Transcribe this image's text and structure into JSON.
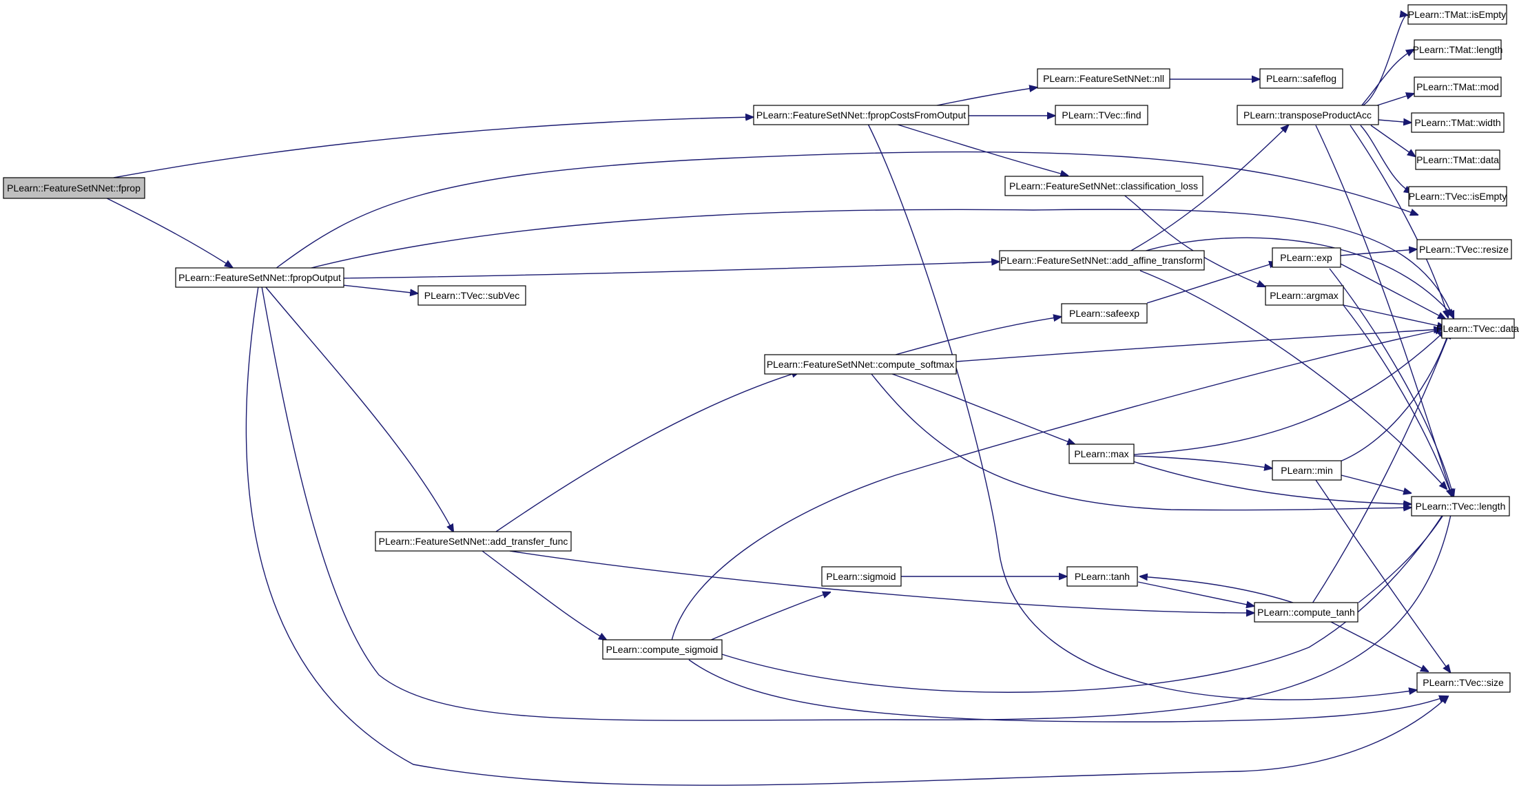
{
  "diagram": {
    "kind": "call-graph",
    "root": "PLearn::FeatureSetNNet::fprop",
    "colors": {
      "edge": "#191970",
      "root_fill": "#bfbfbf",
      "node_fill": "#ffffff",
      "node_border": "#000000"
    },
    "nodes": {
      "fprop": "PLearn::FeatureSetNNet::fprop",
      "fpropOutput": "PLearn::FeatureSetNNet::fpropOutput",
      "fpropCosts": "PLearn::FeatureSetNNet::fpropCostsFromOutput",
      "nll": "PLearn::FeatureSetNNet::nll",
      "safeflog": "PLearn::safeflog",
      "find": "PLearn::TVec::find",
      "classLoss": "PLearn::FeatureSetNNet::classification_loss",
      "addAffine": "PLearn::FeatureSetNNet::add_affine_transform",
      "subVec": "PLearn::TVec::subVec",
      "safeexp": "PLearn::safeexp",
      "softmax": "PLearn::FeatureSetNNet::compute_softmax",
      "max": "PLearn::max",
      "min": "PLearn::min",
      "exp": "PLearn::exp",
      "argmax": "PLearn::argmax",
      "transpose": "PLearn::transposeProductAcc",
      "addTransfer": "PLearn::FeatureSetNNet::add_transfer_func",
      "sigmoid": "PLearn::sigmoid",
      "tanh": "PLearn::tanh",
      "computeTanh": "PLearn::compute_tanh",
      "computeSigmoid": "PLearn::compute_sigmoid",
      "tmatIsEmpty": "PLearn::TMat::isEmpty",
      "tmatLength": "PLearn::TMat::length",
      "tmatMod": "PLearn::TMat::mod",
      "tmatWidth": "PLearn::TMat::width",
      "tmatData": "PLearn::TMat::data",
      "tvecIsEmpty": "PLearn::TVec::isEmpty",
      "tvecResize": "PLearn::TVec::resize",
      "tvecData": "PLearn::TVec::data",
      "tvecLength": "PLearn::TVec::length",
      "tvecSize": "PLearn::TVec::size"
    },
    "edges": [
      [
        "fprop",
        "fpropCosts"
      ],
      [
        "fprop",
        "fpropOutput"
      ],
      [
        "fpropCosts",
        "nll"
      ],
      [
        "fpropCosts",
        "find"
      ],
      [
        "fpropCosts",
        "classLoss"
      ],
      [
        "fpropCosts",
        "tvecSize"
      ],
      [
        "nll",
        "safeflog"
      ],
      [
        "fpropOutput",
        "tvecResize"
      ],
      [
        "fpropOutput",
        "tvecData"
      ],
      [
        "fpropOutput",
        "addAffine"
      ],
      [
        "fpropOutput",
        "subVec"
      ],
      [
        "fpropOutput",
        "addTransfer"
      ],
      [
        "fpropOutput",
        "tvecLength"
      ],
      [
        "fpropOutput",
        "tvecSize"
      ],
      [
        "classLoss",
        "argmax"
      ],
      [
        "addAffine",
        "transpose"
      ],
      [
        "addAffine",
        "tvecData"
      ],
      [
        "addAffine",
        "tvecLength"
      ],
      [
        "transpose",
        "tmatIsEmpty"
      ],
      [
        "transpose",
        "tmatLength"
      ],
      [
        "transpose",
        "tmatMod"
      ],
      [
        "transpose",
        "tmatWidth"
      ],
      [
        "transpose",
        "tmatData"
      ],
      [
        "transpose",
        "tvecIsEmpty"
      ],
      [
        "transpose",
        "tvecData"
      ],
      [
        "transpose",
        "tvecLength"
      ],
      [
        "exp",
        "tvecResize"
      ],
      [
        "exp",
        "tvecData"
      ],
      [
        "exp",
        "tvecLength"
      ],
      [
        "argmax",
        "tvecData"
      ],
      [
        "argmax",
        "tvecLength"
      ],
      [
        "safeexp",
        "exp"
      ],
      [
        "softmax",
        "safeexp"
      ],
      [
        "softmax",
        "tvecData"
      ],
      [
        "softmax",
        "max"
      ],
      [
        "softmax",
        "tvecLength"
      ],
      [
        "max",
        "tvecData"
      ],
      [
        "max",
        "min"
      ],
      [
        "max",
        "tvecLength"
      ],
      [
        "min",
        "tvecData"
      ],
      [
        "min",
        "tvecLength"
      ],
      [
        "min",
        "tvecSize"
      ],
      [
        "addTransfer",
        "softmax"
      ],
      [
        "addTransfer",
        "computeTanh"
      ],
      [
        "addTransfer",
        "computeSigmoid"
      ],
      [
        "computeSigmoid",
        "tvecData"
      ],
      [
        "computeSigmoid",
        "sigmoid"
      ],
      [
        "computeSigmoid",
        "tvecLength"
      ],
      [
        "computeSigmoid",
        "tvecSize"
      ],
      [
        "sigmoid",
        "tanh"
      ],
      [
        "tanh",
        "computeTanh"
      ],
      [
        "computeTanh",
        "tanh"
      ],
      [
        "computeTanh",
        "tvecData"
      ],
      [
        "computeTanh",
        "tvecLength"
      ],
      [
        "computeTanh",
        "tvecSize"
      ]
    ]
  }
}
